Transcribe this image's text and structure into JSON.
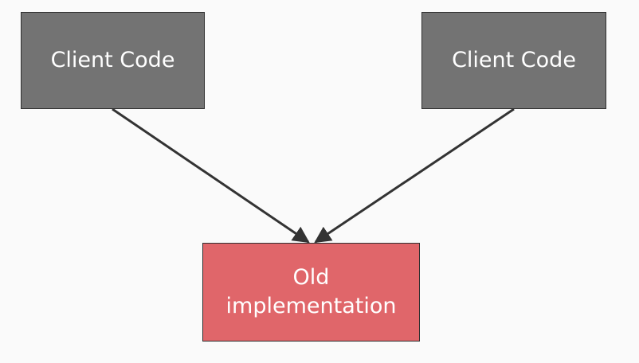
{
  "nodes": {
    "client_left": {
      "label": "Client Code",
      "fill": "#737373"
    },
    "client_right": {
      "label": "Client Code",
      "fill": "#737373"
    },
    "old_implementation": {
      "label": "Old\nimplementation",
      "fill": "#e0666a"
    }
  },
  "edges": [
    {
      "from": "client_left",
      "to": "old_implementation"
    },
    {
      "from": "client_right",
      "to": "old_implementation"
    }
  ],
  "colors": {
    "background": "#fafafa",
    "edge": "#333333",
    "text": "#ffffff"
  }
}
